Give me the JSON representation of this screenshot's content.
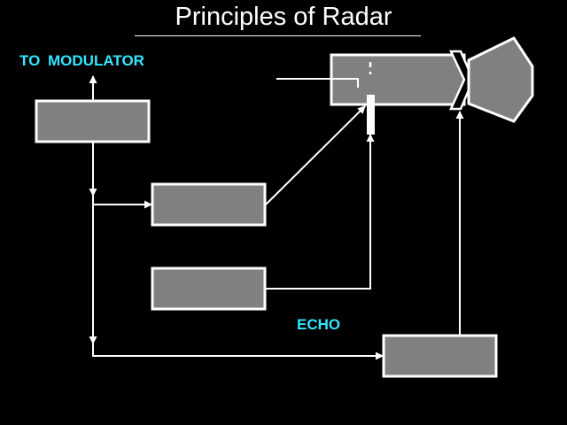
{
  "title": "Principles of Radar",
  "labels": {
    "to_modulator": "TO  MODULATOR",
    "echo": "ECHO"
  },
  "colors": {
    "background": "#000000",
    "box_fill": "#808080",
    "line": "#ffffff",
    "label": "#33e6ff"
  }
}
